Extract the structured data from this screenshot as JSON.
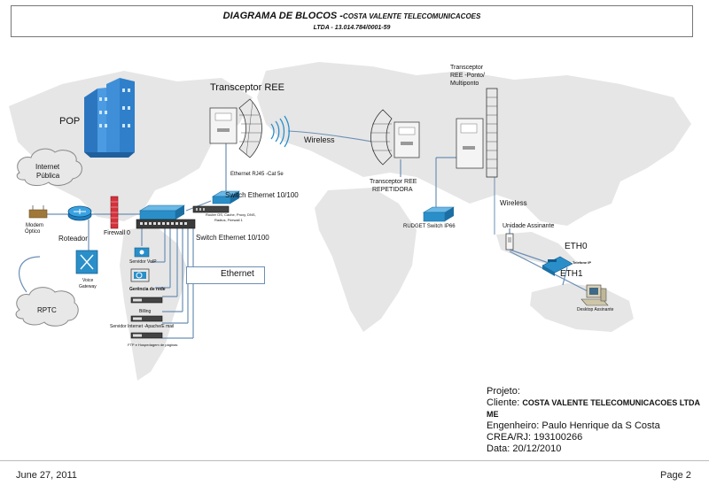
{
  "header": {
    "title": "DIAGRAMA DE BLOCOS -",
    "company": "COSTA VALENTE TELECOMUNICACOES",
    "subtitle": "LTDA - 13.014.784/0001-59"
  },
  "labels": {
    "pop": "POP",
    "internet_publica_1": "Internet",
    "internet_publica_2": "Pública",
    "modem_1": "Modem",
    "modem_2": "Óptico",
    "roteador": "Roteador",
    "firewall": "Firewall 0",
    "voice_gateway_1": "Voice",
    "voice_gateway_2": "Gateway",
    "rptc": "RPTC",
    "transceptor_ree": "Transceptor REE",
    "ethernet_rj45": "Ethernet RJ45 -Cat 5e",
    "switch_1": "Switch Ethernet 10/100",
    "router_os_1": "Router OS, Cache, Proxy, DNS,",
    "router_os_2": "Radius, Firewall 1",
    "switch_2": "Switch Ethernet 10/100",
    "servidor_voip": "Servidor VoIP",
    "gerencia": "Gerência de rede",
    "billing": "Billing",
    "servidor_internet": "Servidor Internet -Apache/E mail",
    "ftp": "FTP e Hospedagem de páginas",
    "ethernet_legend": "Ethernet",
    "wireless_1": "Wireless",
    "transceptor_rep_1": "Transceptor REE",
    "transceptor_rep_2": "REPETIDORA",
    "rudget": "RUDGET Switch IP66",
    "transceptor_pm_1": "Transceptor",
    "transceptor_pm_2": "REE -Ponto/",
    "transceptor_pm_3": "Multiponto",
    "wireless_2": "Wireless",
    "unidade": "Unidade Assinante",
    "eth0": "ETH0",
    "telefone": "Telefone IP",
    "eth1": "ETH1",
    "desktop": "Desktop Assinante"
  },
  "project": {
    "projeto": "Projeto:",
    "cliente_label": "Cliente: ",
    "cliente_value": "COSTA VALENTE TELECOMUNICACOES LTDA ME",
    "engenheiro": "Engenheiro: Paulo Henrique da S Costa",
    "crea": "CREA/RJ: 193100266",
    "data": "Data: 20/12/2010"
  },
  "footer": {
    "date": "June 27, 2011",
    "page": "Page 2"
  },
  "colors": {
    "line": "#6c8fb5",
    "device_blue": "#2a8fc9",
    "building": "#3e8fd8",
    "map": "#e3e3e3"
  }
}
